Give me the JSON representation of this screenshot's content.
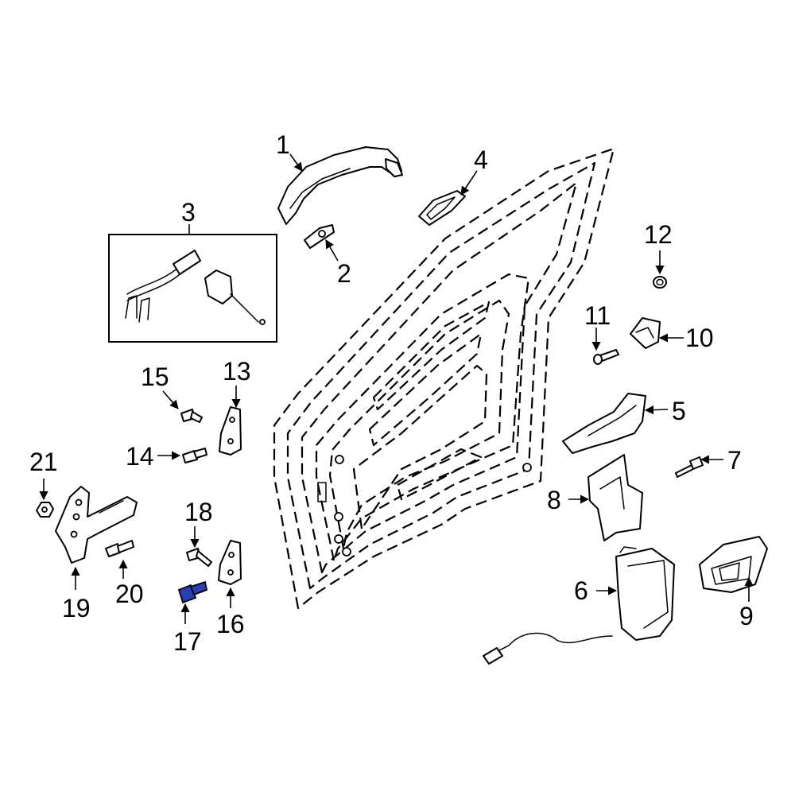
{
  "colors": {
    "line": "#000000",
    "background": "#ffffff",
    "highlight": "#2a3fb4"
  },
  "highlighted_part": "17",
  "callouts": {
    "c1": "1",
    "c2": "2",
    "c3": "3",
    "c4": "4",
    "c5": "5",
    "c6": "6",
    "c7": "7",
    "c8": "8",
    "c9": "9",
    "c10": "10",
    "c11": "11",
    "c12": "12",
    "c13": "13",
    "c14": "14",
    "c15": "15",
    "c16": "16",
    "c17": "17",
    "c18": "18",
    "c19": "19",
    "c20": "20",
    "c21": "21"
  }
}
